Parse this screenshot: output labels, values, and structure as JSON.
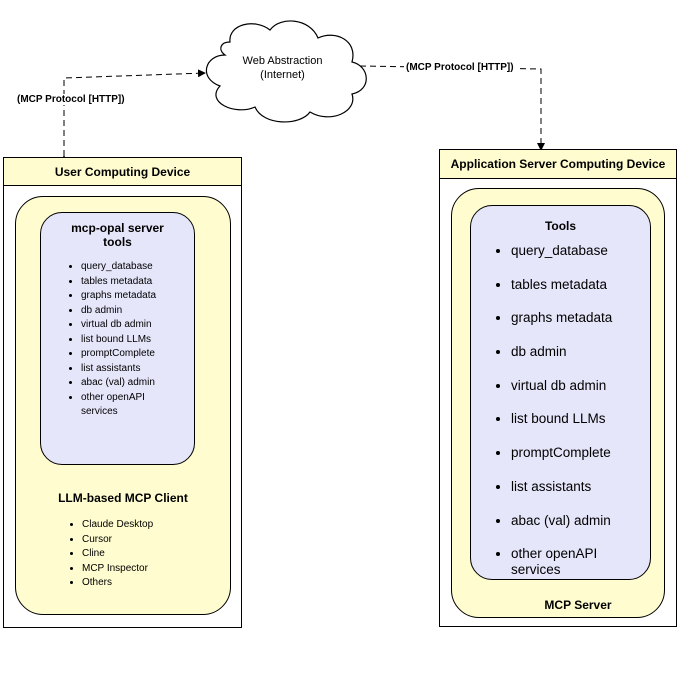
{
  "cloud": {
    "line1": "Web Abstraction",
    "line2": "(Internet)"
  },
  "protocol_labels": {
    "left": "(MCP Protocol [HTTP])",
    "right": "(MCP Protocol [HTTP])"
  },
  "user_device": {
    "title": "User Computing Device",
    "server_tools": {
      "heading_line1": "mcp-opal server",
      "heading_line2": "tools",
      "items": [
        "query_database",
        "tables metadata",
        "graphs metadata",
        "db admin",
        "virtual db admin",
        "list bound LLMs",
        "promptComplete",
        "list assistants",
        "abac (val) admin",
        "other openAPI services"
      ]
    },
    "client": {
      "heading": "LLM-based MCP Client",
      "items": [
        "Claude Desktop",
        "Cursor",
        "Cline",
        "MCP Inspector",
        "Others"
      ]
    }
  },
  "app_server": {
    "title": "Application Server Computing Device",
    "tools": {
      "heading": "Tools",
      "items": [
        "query_database",
        "tables metadata",
        "graphs metadata",
        "db admin",
        "virtual db admin",
        "list bound LLMs",
        "promptComplete",
        "list assistants",
        "abac (val) admin",
        "other openAPI services"
      ]
    },
    "footer": "MCP Server"
  }
}
